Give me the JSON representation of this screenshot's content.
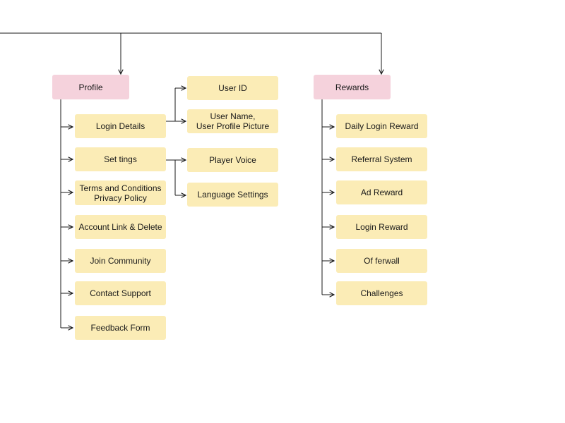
{
  "colors": {
    "root_fill": "#f5d2dc",
    "leaf_fill": "#fbecb6",
    "line": "#1a1a1a",
    "background": "#ffffff"
  },
  "branches": {
    "profile": {
      "label": "Profile",
      "items": {
        "login_details": {
          "label": "Login Details",
          "children": [
            "User ID",
            "User Name,\nUser Profile Picture"
          ]
        },
        "settings": {
          "label": "Set tings",
          "children": [
            "Player Voice",
            "Language Settings"
          ]
        },
        "terms": {
          "label": "Terms and Conditions\nPrivacy Policy"
        },
        "account": {
          "label": "Account Link & Delete"
        },
        "community": {
          "label": "Join Community"
        },
        "support": {
          "label": "Contact Support"
        },
        "feedback": {
          "label": "Feedback Form"
        }
      }
    },
    "rewards": {
      "label": "Rewards",
      "items": [
        "Daily Login Reward",
        "Referral System",
        "Ad Reward",
        "Login Reward",
        "Of ferwall",
        "Challenges"
      ]
    }
  }
}
